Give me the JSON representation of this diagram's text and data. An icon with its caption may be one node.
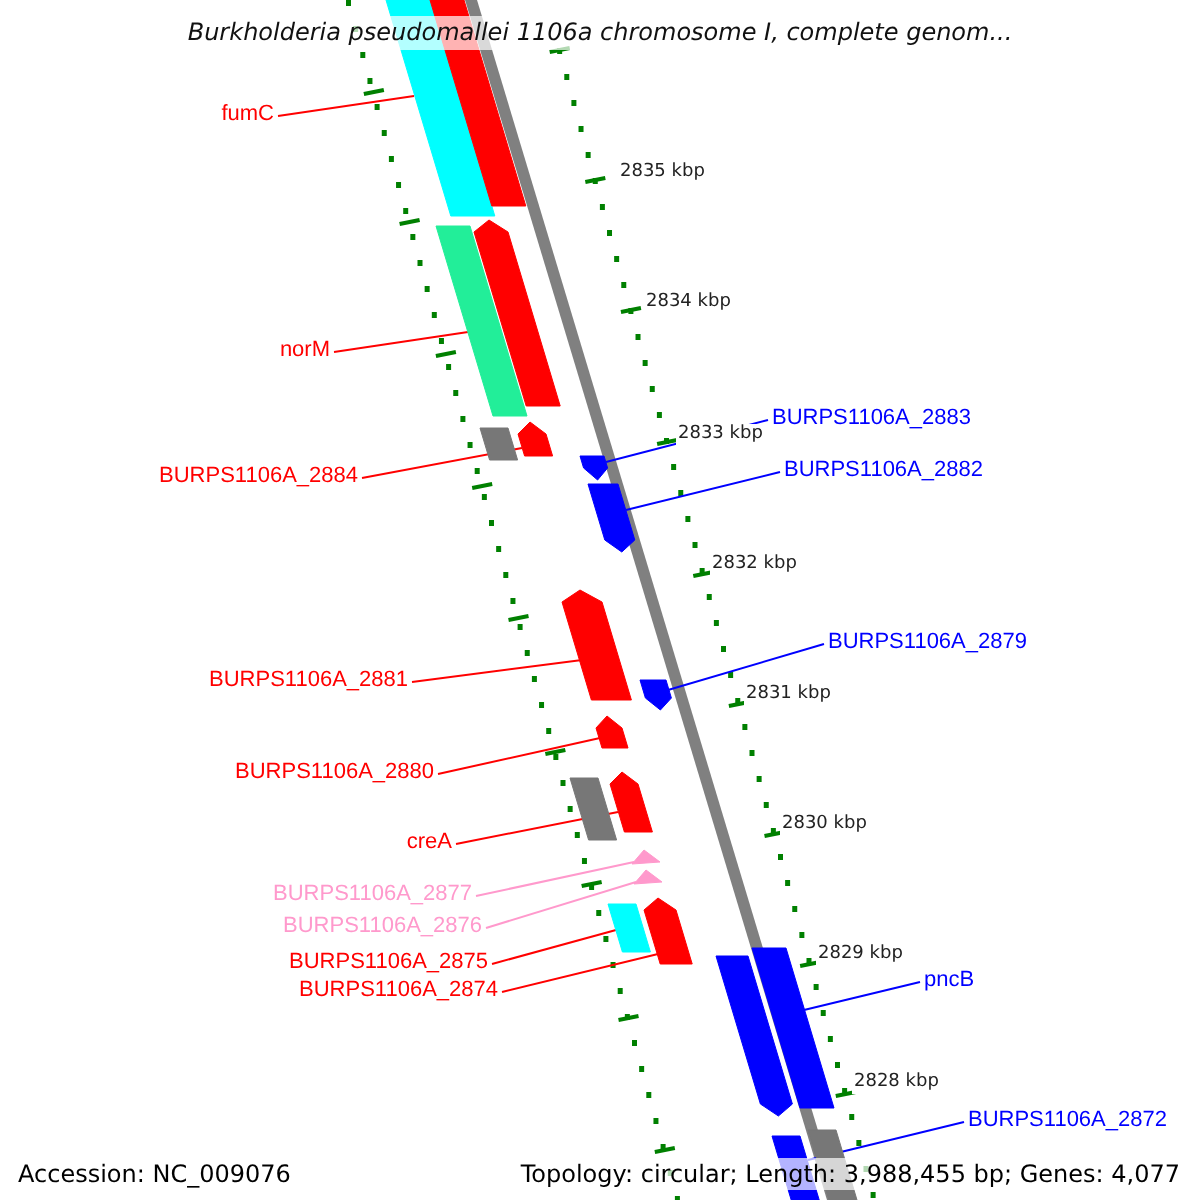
{
  "diagram": {
    "title": "Burkholderia pseudomallei 1106a chromosome I, complete genom...",
    "nodes": [
      {
        "text": [
          "fumC"
        ]
      },
      {
        "text": [],
        "shape": "bar"
      },
      {
        "text": [],
        "shape": "bar"
      },
      {
        "text": [
          "norM"
        ]
      },
      {
        "text": [],
        "shape": "bar"
      },
      {
        "text": [],
        "shape": "pentagon"
      },
      {
        "text": [
          "BURPS1106A_2884"
        ]
      },
      {
        "text": [],
        "shape": "bar"
      },
      {
        "text": [],
        "shape": "pentagon"
      },
      {
        "text": [
          "BURPS1106A_2883"
        ]
      },
      {
        "text": [],
        "shape": "pentagon"
      },
      {
        "text": [
          "BURPS1106A_2882"
        ]
      },
      {
        "text": [],
        "shape": "pentagon"
      },
      {
        "text": [
          "BURPS1106A_2881"
        ]
      },
      {
        "text": [],
        "shape": "pentagon"
      },
      {
        "text": [
          "BURPS1106A_2879"
        ]
      },
      {
        "text": [],
        "shape": "pentagon"
      },
      {
        "text": [
          "BURPS1106A_2880"
        ]
      },
      {
        "text": [],
        "shape": "pentagon"
      },
      {
        "text": [
          "creA"
        ]
      },
      {
        "text": [],
        "shape": "bar"
      },
      {
        "text": [],
        "shape": "pentagon"
      },
      {
        "text": [
          "BURPS1106A_2877"
        ]
      },
      {
        "text": [],
        "shape": "triangle"
      },
      {
        "text": [
          "BURPS1106A_2876"
        ]
      },
      {
        "text": [],
        "shape": "triangle"
      },
      {
        "text": [
          "BURPS1106A_2875"
        ]
      },
      {
        "text": [],
        "shape": "bar"
      },
      {
        "text": [
          "BURPS1106A_2874"
        ]
      },
      {
        "text": [],
        "shape": "pentagon"
      },
      {
        "text": [
          "pncB"
        ]
      },
      {
        "text": [],
        "shape": "pentagon"
      },
      {
        "text": [],
        "shape": "bar"
      },
      {
        "text": [
          "BURPS1106A_2872"
        ]
      },
      {
        "text": [],
        "shape": "bar"
      },
      {
        "text": [],
        "shape": "bar"
      }
    ],
    "edges": [
      {
        "from": 0,
        "to": 1,
        "arrow": "none"
      },
      {
        "from": 3,
        "to": 4,
        "arrow": "none"
      },
      {
        "from": 6,
        "to": 8,
        "arrow": "none"
      },
      {
        "from": 9,
        "to": 10,
        "arrow": "none",
        "color": "#0000ff"
      },
      {
        "from": 11,
        "to": 12,
        "arrow": "none",
        "color": "#0000ff"
      },
      {
        "from": 13,
        "to": 14,
        "arrow": "none"
      },
      {
        "from": 15,
        "to": 16,
        "arrow": "none",
        "color": "#0000ff"
      },
      {
        "from": 17,
        "to": 18,
        "arrow": "none"
      },
      {
        "from": 19,
        "to": 21,
        "arrow": "none"
      },
      {
        "from": 22,
        "to": 23,
        "arrow": "none",
        "color": "#ff99cc"
      },
      {
        "from": 24,
        "to": 25,
        "arrow": "none",
        "color": "#ff99cc"
      },
      {
        "from": 26,
        "to": 27,
        "arrow": "none"
      },
      {
        "from": 28,
        "to": 29,
        "arrow": "none"
      },
      {
        "from": 30,
        "to": 32,
        "arrow": "none",
        "color": "#0000ff"
      },
      {
        "from": 33,
        "to": 34,
        "arrow": "none",
        "color": "#0000ff"
      }
    ],
    "labels": [
      "2835 kbp",
      "2834 kbp",
      "2833 kbp",
      "2832 kbp",
      "2831 kbp",
      "2830 kbp",
      "2829 kbp",
      "2828 kbp",
      "Accession: NC_009076",
      "Topology: circular; Length: 3,988,455 bp; Genes: 4,077"
    ]
  }
}
